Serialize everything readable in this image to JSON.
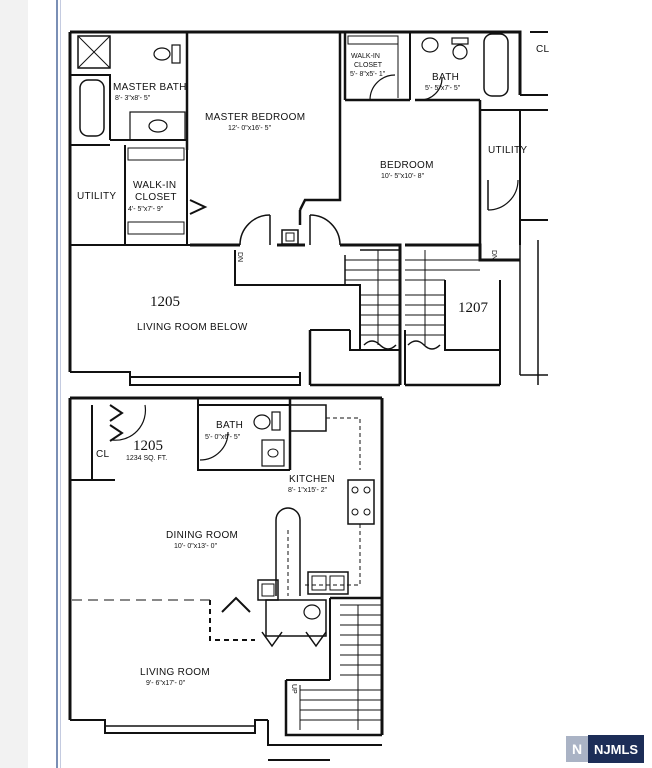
{
  "upper_floor": {
    "master_bath": {
      "name": "MASTER BATH",
      "dim": "8'- 3\"x8'- 5\""
    },
    "master_bedroom": {
      "name": "MASTER BEDROOM",
      "dim": "12'- 0\"x16'- 5\""
    },
    "walk_in_left": {
      "name_1": "WALK-IN",
      "name_2": "CLOSET",
      "dim": "4'- 5\"x7'- 9\""
    },
    "utility_left": {
      "name": "UTILITY"
    },
    "walk_in_right": {
      "name_1": "WALK-IN",
      "name_2": "CLOSET",
      "dim": "5'- 8\"x5'- 1\""
    },
    "bath_right": {
      "name": "BATH",
      "dim": "5'- 5\"x7'- 5\""
    },
    "bedroom": {
      "name": "BEDROOM",
      "dim": "10'- 5\"x10'- 8\""
    },
    "utility_right": {
      "name": "UTILITY"
    },
    "closet_right": {
      "name": "CL"
    },
    "stair_left": {
      "label": "DN"
    },
    "stair_right": {
      "label": "DN"
    },
    "unit_left": {
      "number": "1205",
      "caption": "LIVING ROOM BELOW"
    },
    "unit_right": {
      "number": "1207"
    }
  },
  "lower_floor": {
    "closet": {
      "name": "CL"
    },
    "unit": {
      "number": "1205",
      "area": "1234 SQ. FT."
    },
    "bath": {
      "name": "BATH",
      "dim": "5'- 0\"x6'- 5\""
    },
    "kitchen": {
      "name": "KITCHEN",
      "dim": "8'- 1\"x15'- 2\""
    },
    "dining_room": {
      "name": "DINING ROOM",
      "dim": "10'- 0\"x13'- 0\""
    },
    "living_room": {
      "name": "LIVING ROOM",
      "dim": "9'- 6\"x17'- 0\""
    },
    "stair": {
      "label": "UP"
    }
  },
  "watermark": {
    "logo": "NJMLS",
    "mark": "N"
  }
}
